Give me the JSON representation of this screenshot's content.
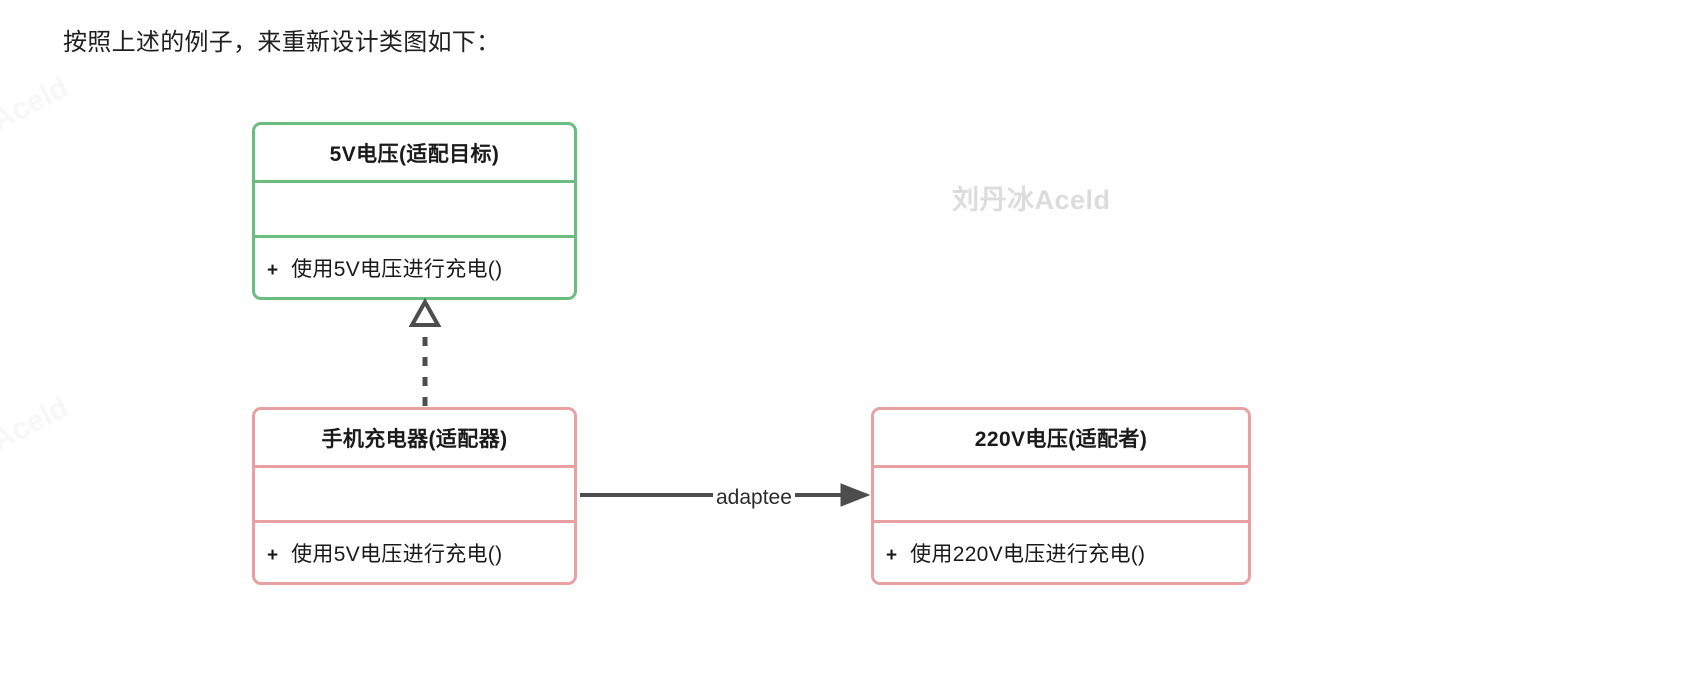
{
  "heading": "按照上述的例子，来重新设计类图如下：",
  "watermarks": {
    "center": "刘丹冰Aceld",
    "edge_top": "Aceld",
    "edge_bottom": "Aceld"
  },
  "colors": {
    "target_border": "#6abd7f",
    "adapter_border": "#e8a0a0",
    "adaptee_border": "#e8a0a0",
    "connector": "#4d4d4d",
    "background": "#ffffff",
    "text": "#1a1a1a",
    "watermark": "#dcdcdc"
  },
  "diagram": {
    "type": "uml-class-diagram",
    "classes": [
      {
        "id": "target",
        "name": "5V电压(适配目标)",
        "role": "target",
        "border_color": "#6abd7f",
        "attributes": [],
        "methods": [
          {
            "visibility": "+",
            "signature": "使用5V电压进行充电()"
          }
        ]
      },
      {
        "id": "adapter",
        "name": "手机充电器(适配器)",
        "role": "adapter",
        "border_color": "#e8a0a0",
        "attributes": [],
        "methods": [
          {
            "visibility": "+",
            "signature": "使用5V电压进行充电()"
          }
        ]
      },
      {
        "id": "adaptee",
        "name": "220V电压(适配者)",
        "role": "adaptee",
        "border_color": "#e8a0a0",
        "attributes": [],
        "methods": [
          {
            "visibility": "+",
            "signature": "使用220V电压进行充电()"
          }
        ]
      }
    ],
    "relations": [
      {
        "id": "realization",
        "from": "adapter",
        "to": "target",
        "kind": "realization",
        "line": "dashed",
        "arrowhead": "hollow-triangle",
        "label": ""
      },
      {
        "id": "association",
        "from": "adapter",
        "to": "adaptee",
        "kind": "association",
        "line": "solid",
        "arrowhead": "solid-arrow",
        "label": "adaptee"
      }
    ]
  }
}
